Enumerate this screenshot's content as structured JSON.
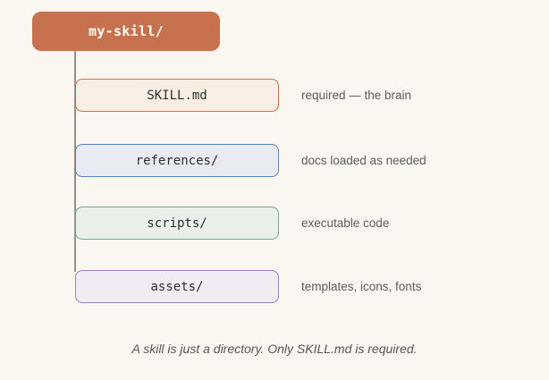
{
  "colors": {
    "background": "#FAF7F0",
    "connector": "#94908A",
    "root_fill": "#C8714E",
    "root_text": "#FFFFFF"
  },
  "diagram": {
    "root": {
      "label": "my-skill/"
    },
    "children": [
      {
        "label": "SKILL.md",
        "annotation": "required — the brain",
        "border_color": "#C96F4A",
        "fill_color": "#F9EEE3"
      },
      {
        "label": "references/",
        "annotation": "docs loaded as needed",
        "border_color": "#5E80B4",
        "fill_color": "#E9EBF2"
      },
      {
        "label": "scripts/",
        "annotation": "executable code",
        "border_color": "#76A98A",
        "fill_color": "#E9F0EA"
      },
      {
        "label": "assets/",
        "annotation": "templates, icons, fonts",
        "border_color": "#A17FC1",
        "fill_color": "#F1EBF4"
      }
    ],
    "caption": "A skill is just a directory. Only SKILL.md is required."
  }
}
